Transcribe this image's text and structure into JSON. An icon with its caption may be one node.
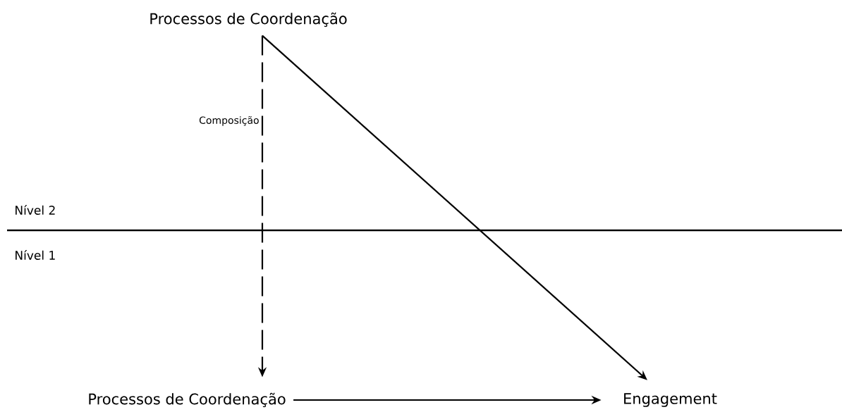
{
  "diagram": {
    "nodes": [
      {
        "text": [
          "Processos de Coordenação"
        ]
      },
      {
        "text": [
          "Processos de Coordenação"
        ]
      },
      {
        "text": [
          "Engagement"
        ]
      }
    ],
    "edges": [
      {
        "from": 0,
        "to": 1,
        "arrow": "to",
        "style": "dashed",
        "label": "Composição"
      },
      {
        "from": 0,
        "to": 2,
        "arrow": "to"
      },
      {
        "from": 1,
        "to": 2,
        "arrow": "to"
      }
    ],
    "labels": [
      "Nível 2",
      "Nível 1"
    ]
  }
}
